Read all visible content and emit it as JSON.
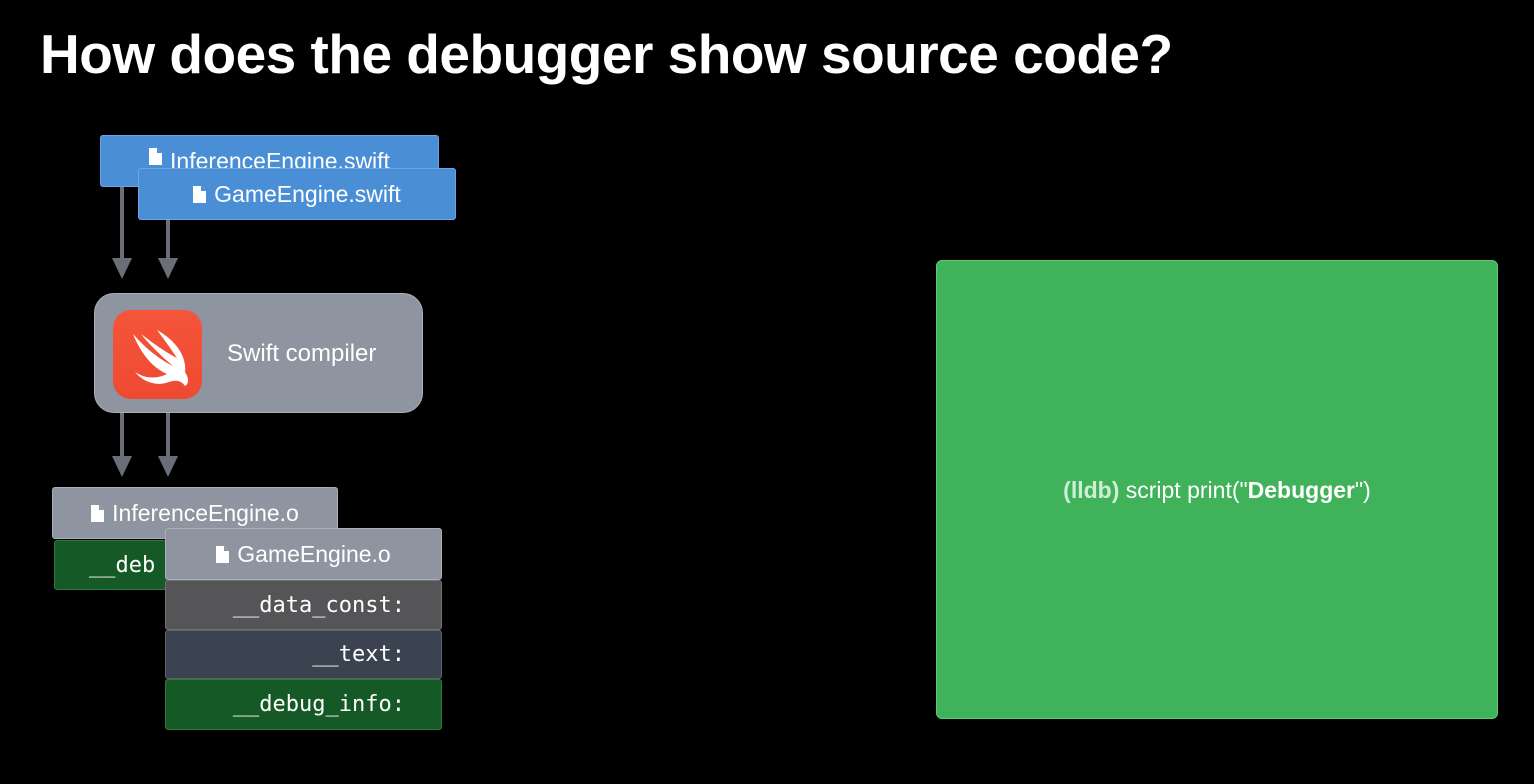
{
  "title": "How does the debugger show source code?",
  "source_files": [
    {
      "name": "InferenceEngine.swift"
    },
    {
      "name": "GameEngine.swift"
    }
  ],
  "compiler": {
    "label": "Swift compiler",
    "icon": "swift-logo-icon"
  },
  "object_files": [
    {
      "name": "InferenceEngine.o",
      "sections": [
        "__deb"
      ]
    },
    {
      "name": "GameEngine.o",
      "sections": [
        "__data_const:",
        "__text:",
        "__debug_info:"
      ]
    }
  ],
  "terminal": {
    "prompt": "(lldb)",
    "command_prefix": " script print(\"",
    "argument": "Debugger",
    "command_suffix": "\")"
  },
  "colors": {
    "background": "#000000",
    "source_file": "#4a8fd6",
    "compiler": "#8e95a0",
    "object_file": "#8e95a0",
    "debug_section": "#155a26",
    "data_section": "#555557",
    "text_section": "#3b4350",
    "panel": "#3fb25a",
    "swift_orange": "#f0513a"
  }
}
